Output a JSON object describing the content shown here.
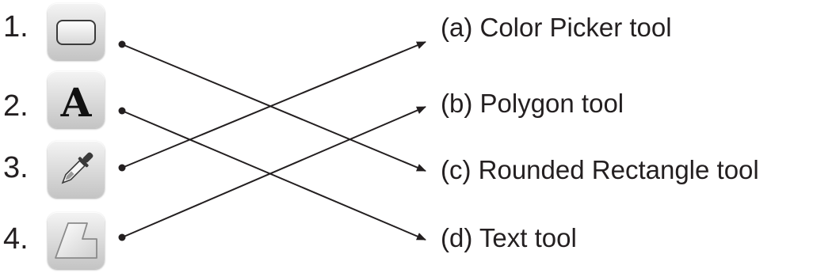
{
  "left_items": [
    {
      "number": "1.",
      "icon": "rounded-rectangle-icon"
    },
    {
      "number": "2.",
      "icon": "text-icon",
      "glyph": "A"
    },
    {
      "number": "3.",
      "icon": "color-picker-icon"
    },
    {
      "number": "4.",
      "icon": "polygon-icon"
    }
  ],
  "right_options": [
    {
      "label": "(a) Color Picker tool"
    },
    {
      "label": "(b) Polygon tool"
    },
    {
      "label": "(c) Rounded Rectangle tool"
    },
    {
      "label": "(d) Text tool"
    }
  ],
  "matches": [
    {
      "from": "1.",
      "to": "(c) Rounded Rectangle tool"
    },
    {
      "from": "2.",
      "to": "(d) Text tool"
    },
    {
      "from": "3.",
      "to": "(a) Color Picker tool"
    },
    {
      "from": "4.",
      "to": "(b) Polygon tool"
    }
  ],
  "colors": {
    "ink": "#231f20",
    "icon_bg_top": "#f4f4f4",
    "icon_bg_bottom": "#c4c4c4"
  }
}
